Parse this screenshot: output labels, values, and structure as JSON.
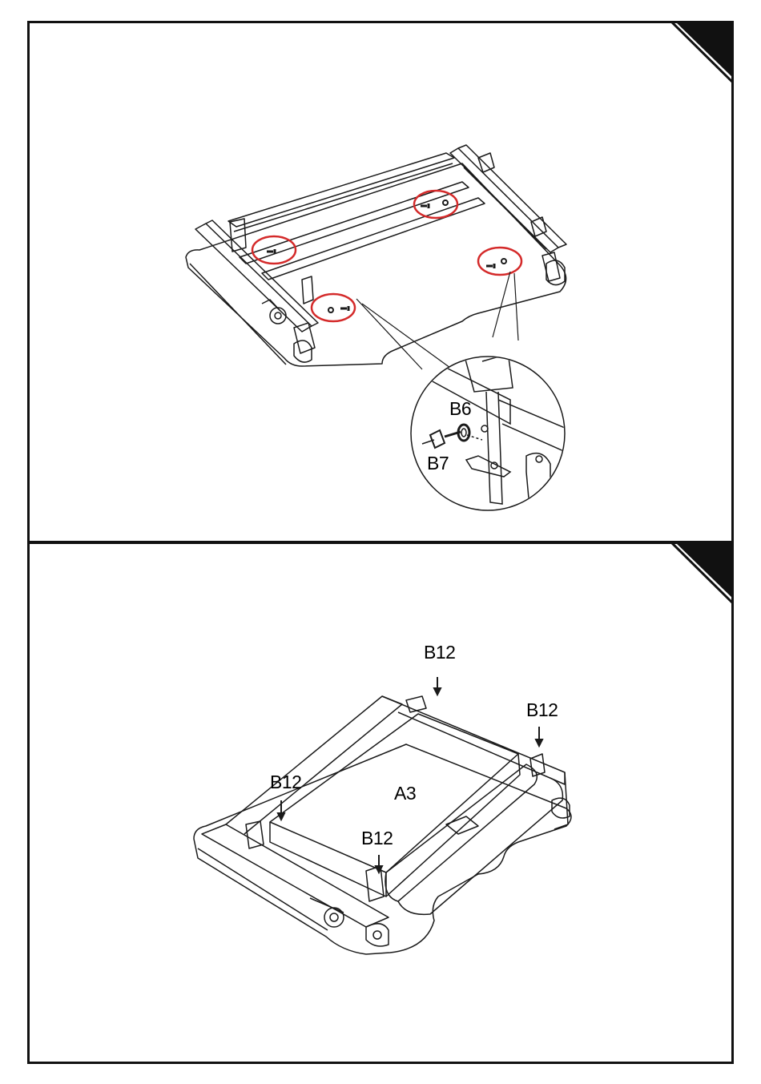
{
  "step_one": {
    "callouts": {
      "washer": "B6",
      "bolt": "B7"
    }
  },
  "step_two": {
    "callouts": {
      "bolt_back": "B12",
      "bolt_right": "B12",
      "bolt_left": "B12",
      "bolt_front": "B12",
      "tray": "A3"
    }
  },
  "colors": {
    "line": "#1a1a1a",
    "highlight": "#d42a2a",
    "corner_tab": "#111111"
  }
}
